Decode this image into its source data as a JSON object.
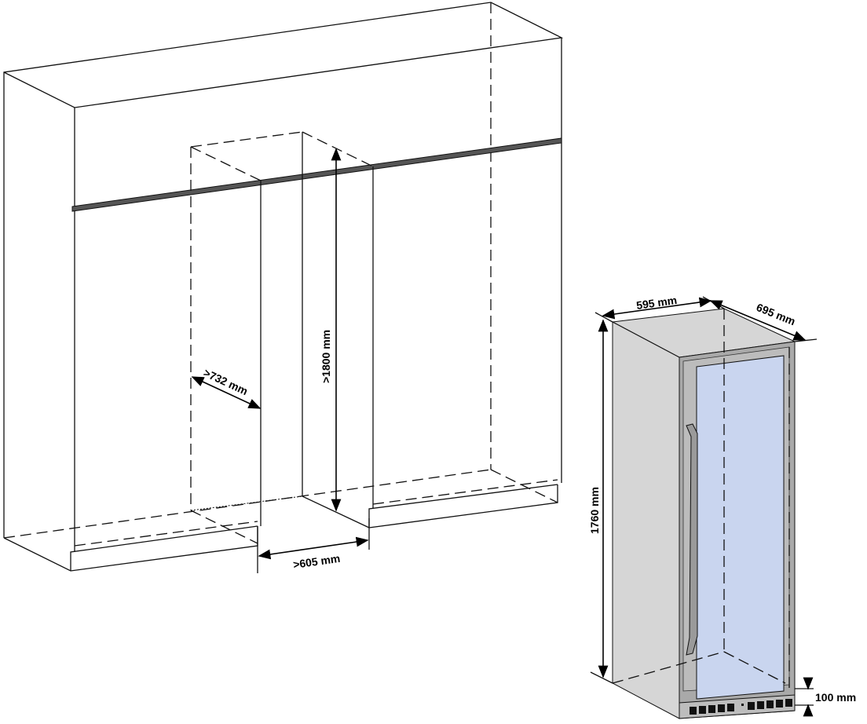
{
  "niche_dimensions": {
    "depth_label": ">732 mm",
    "height_label": ">1800 mm",
    "width_label": ">605 mm"
  },
  "appliance_dimensions": {
    "width_label": "595 mm",
    "depth_label": "695 mm",
    "height_label": "1760 mm",
    "plinth_label": "100 mm"
  },
  "colors": {
    "cabinet_side": "#d6d6d6",
    "door_frame": "#a9a9a9",
    "glass": "#c9d5ef",
    "line": "#111111"
  }
}
